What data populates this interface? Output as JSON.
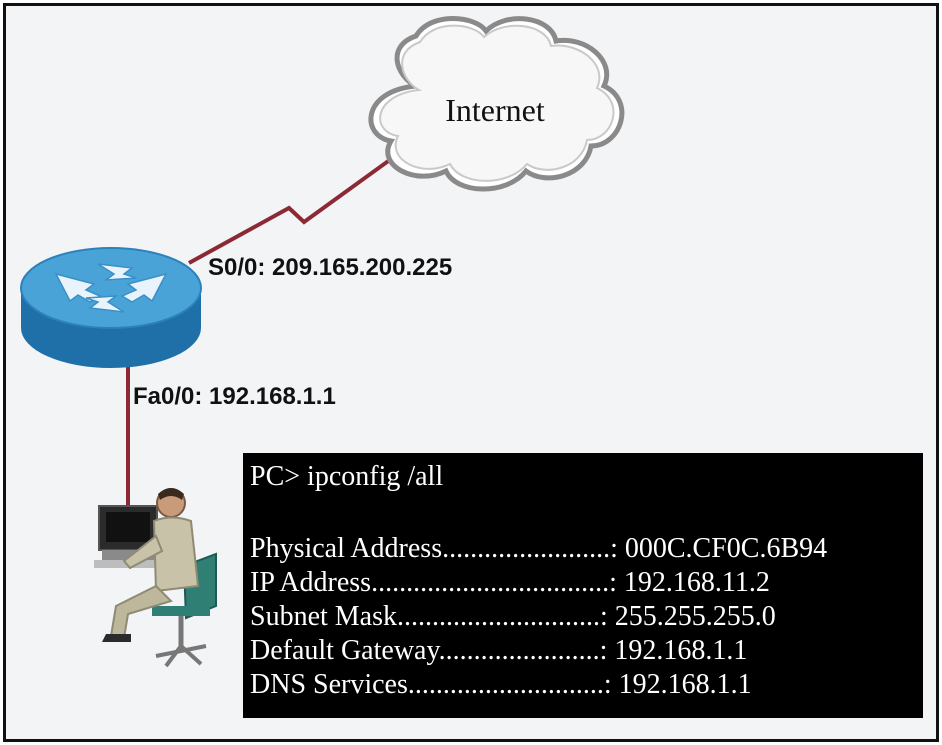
{
  "cloud": {
    "label": "Internet"
  },
  "router": {
    "serial_label": "S0/0: 209.165.200.225",
    "fast_ethernet_label": "Fa0/0: 192.168.1.1"
  },
  "console": {
    "command": "PC> ipconfig /all",
    "rows": [
      {
        "text": "Physical Address........................: 000C.CF0C.6B94"
      },
      {
        "text": "IP Address..................................: 192.168.11.2"
      },
      {
        "text": "Subnet Mask.............................: 255.255.255.0"
      },
      {
        "text": "Default Gateway.......................: 192.168.1.1"
      },
      {
        "text": "DNS Services............................: 192.168.1.1"
      }
    ]
  },
  "colors": {
    "link": "#8b2a34",
    "router_top": "#4aa3d6",
    "router_side": "#1f6fa8",
    "cloud_fill": "#ffffff",
    "cloud_stroke": "#8a8a8a",
    "console_bg": "#000000",
    "console_text": "#ffffff"
  },
  "icons": {
    "router": "router-icon",
    "cloud": "cloud-icon",
    "workstation": "pc-user-icon"
  }
}
